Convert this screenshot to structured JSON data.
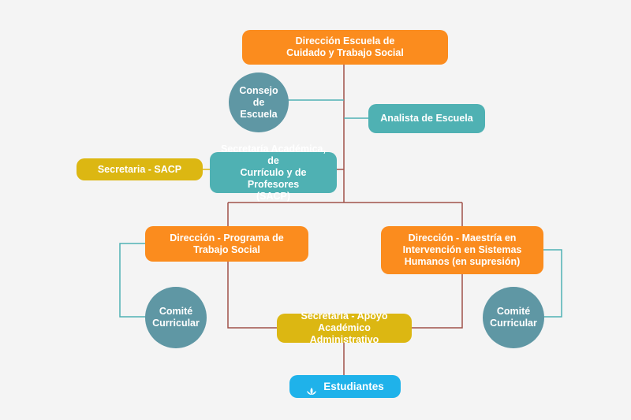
{
  "nodes": {
    "direccion_escuela": "Dirección Escuela de\nCuidado y Trabajo Social",
    "consejo": "Consejo\nde Escuela",
    "analista": "Analista de Escuela",
    "secretaria_sacp": "Secretaria - SACP",
    "secretaria_academica": "Secretaría Académica, de\nCurrículo y de Profesores\n(SACP)",
    "direccion_trabajo_social": "Dirección - Programa de\nTrabajo Social",
    "direccion_maestria": "Dirección - Maestría en\nIntervención en Sistemas\nHumanos (en supresión)",
    "comite_left": "Comité\nCurricular",
    "comite_right": "Comité\nCurricular",
    "secretaria_apoyo": "Secretaria - Apoyo\nAcadémico Administrativo",
    "estudiantes": "Estudiantes"
  },
  "colors": {
    "orange": "#fb8c1e",
    "teal_box": "#4fb1b3",
    "teal_circle": "#5f97a4",
    "yellow": "#dcb712",
    "blue": "#1fb2ea",
    "red_line": "#a0524a",
    "teal_line": "#4fb1b3"
  },
  "icons": {
    "estudiantes": "lotus-icon"
  }
}
